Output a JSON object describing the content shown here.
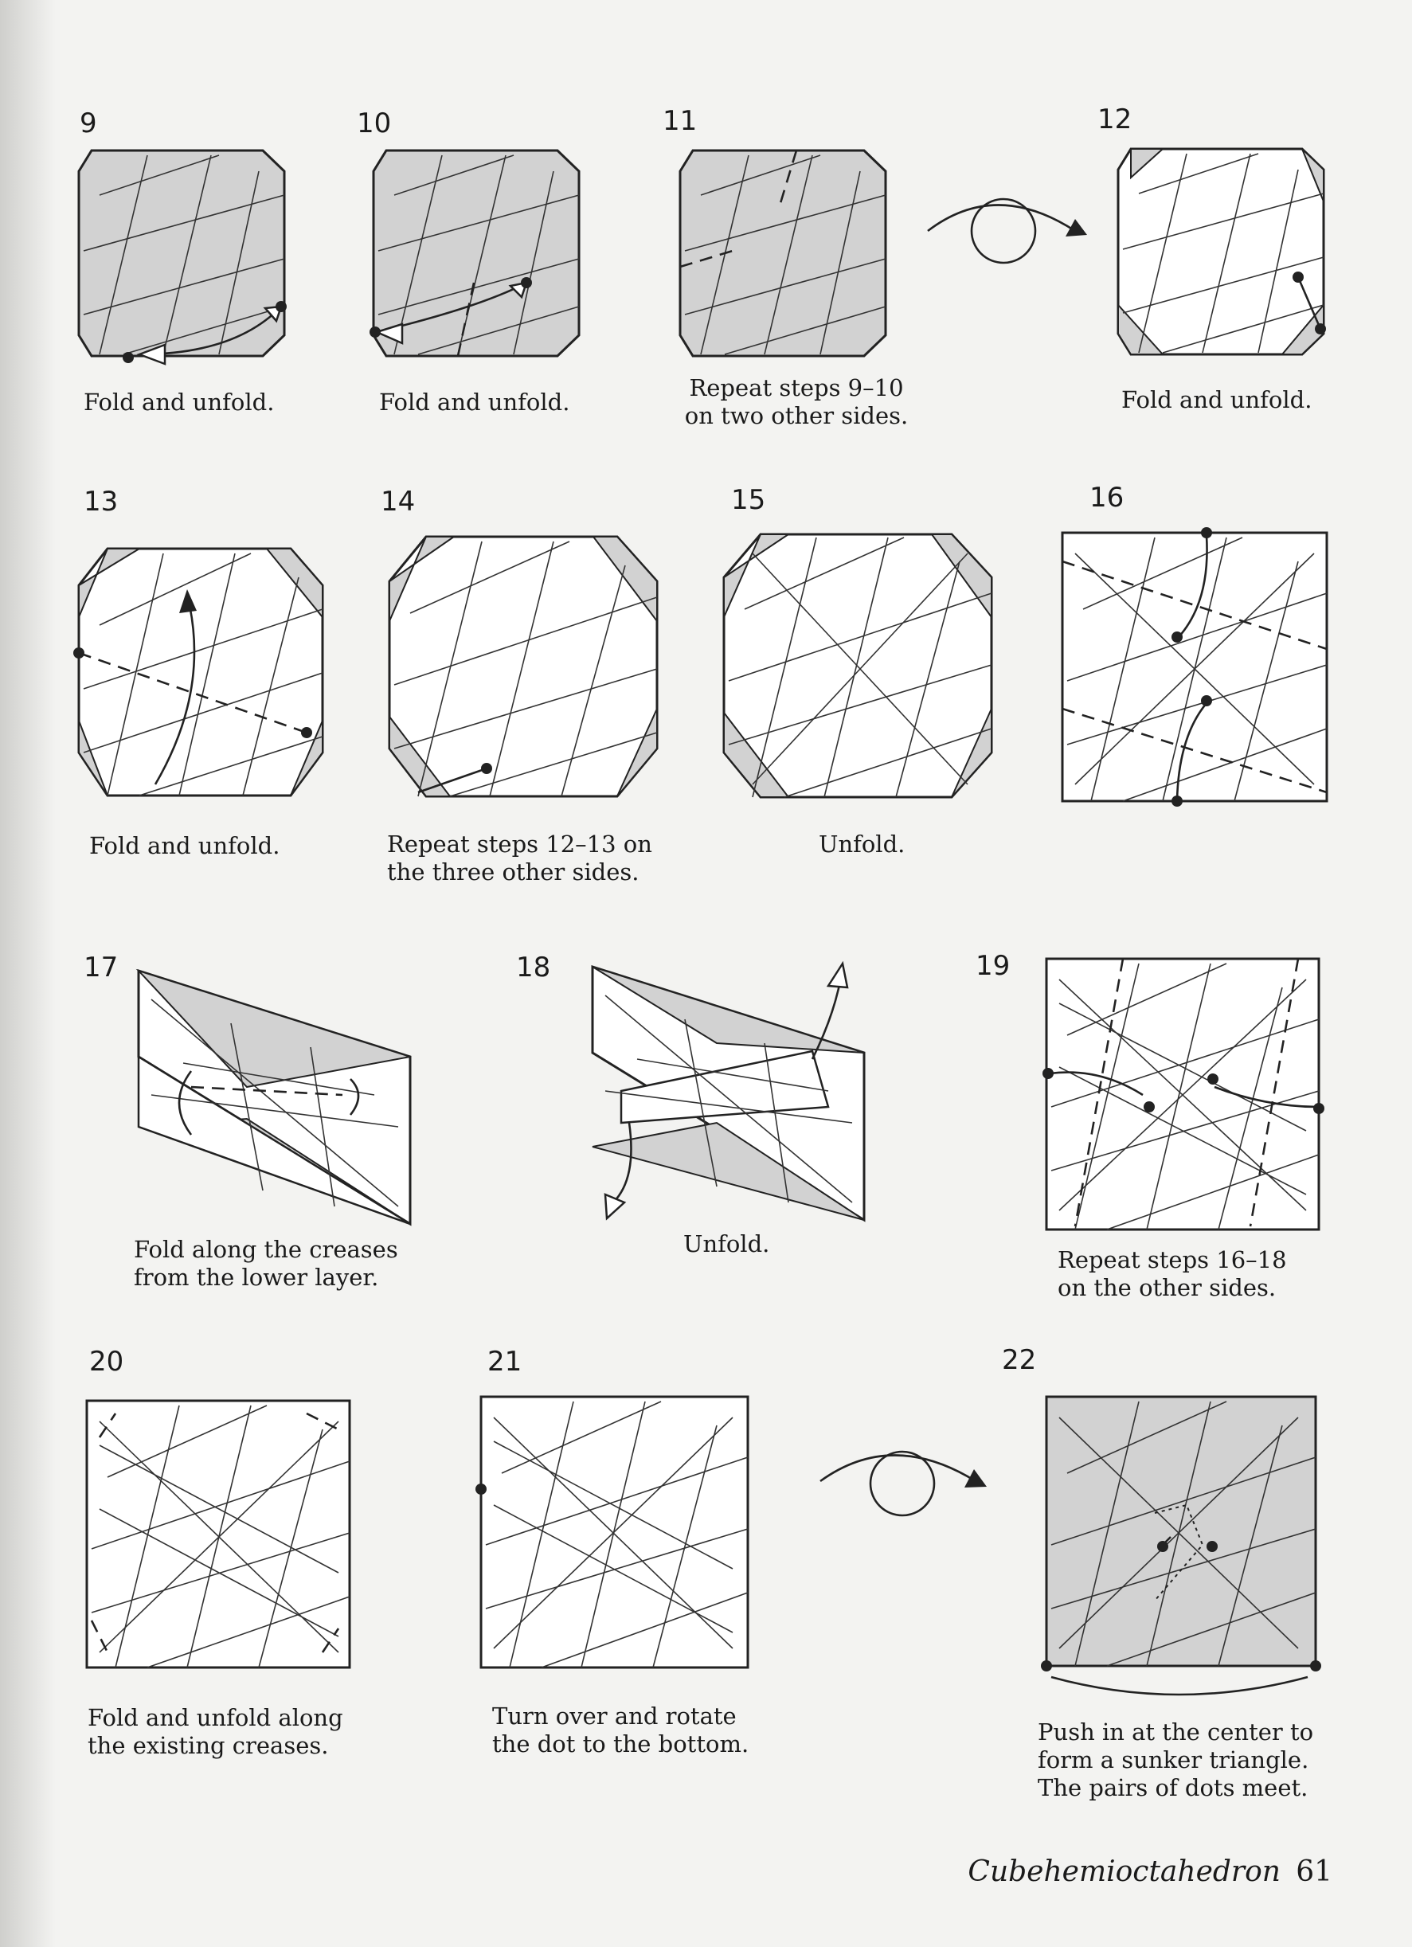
{
  "steps": [
    {
      "number": "9",
      "caption": "Fold and unfold."
    },
    {
      "number": "10",
      "caption": "Fold and unfold."
    },
    {
      "number": "11",
      "caption": "Repeat steps 9–10\non two other sides."
    },
    {
      "number": "12",
      "caption": "Fold and unfold."
    },
    {
      "number": "13",
      "caption": "Fold and unfold."
    },
    {
      "number": "14",
      "caption": "Repeat steps 12–13 on\nthe three other sides."
    },
    {
      "number": "15",
      "caption": "Unfold."
    },
    {
      "number": "16",
      "caption": ""
    },
    {
      "number": "17",
      "caption": "Fold along the creases\nfrom the lower layer."
    },
    {
      "number": "18",
      "caption": "Unfold."
    },
    {
      "number": "19",
      "caption": "Repeat steps 16–18\non the other sides."
    },
    {
      "number": "20",
      "caption": "Fold and unfold along\nthe existing creases."
    },
    {
      "number": "21",
      "caption": "Turn over and rotate\nthe dot to the bottom."
    },
    {
      "number": "22",
      "caption": "Push in at the center to\nform a sunker triangle.\nThe pairs of dots meet."
    }
  ],
  "footer": {
    "title": "Cubehemioctahedron",
    "page_number": "61"
  },
  "colors": {
    "paper_gray": "#d2d2d2",
    "paper_white": "#ffffff",
    "ink": "#222222",
    "background": "#f3f3f1"
  },
  "icons": [
    "turn-over-icon",
    "fold-arrow-icon",
    "unfold-arrow-icon",
    "reference-dot-icon"
  ]
}
